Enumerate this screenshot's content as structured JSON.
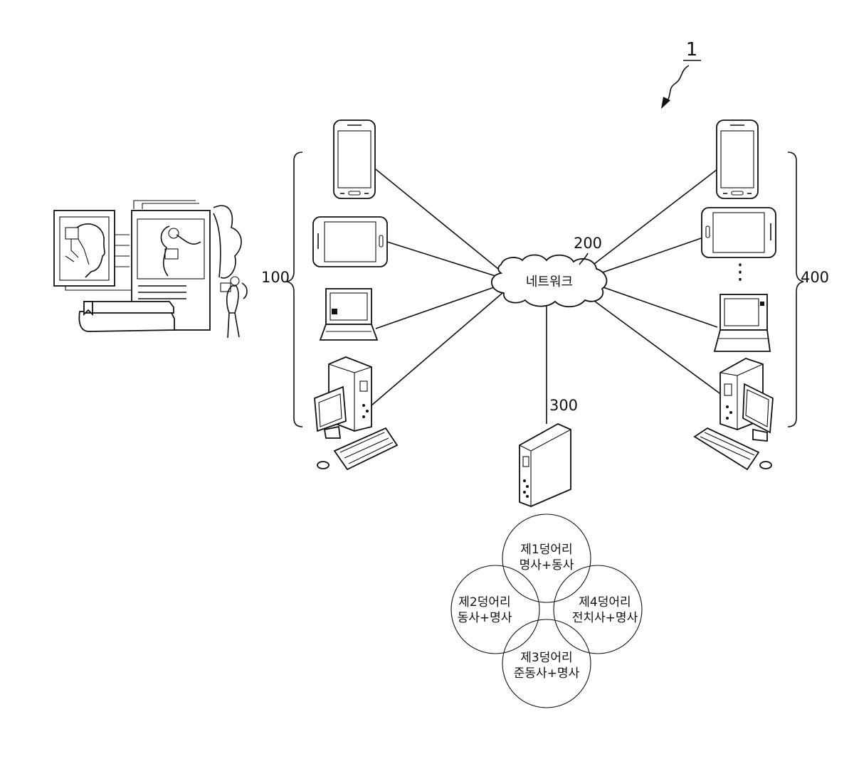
{
  "figure_ref": "1",
  "client_group_label": "100",
  "client_group_label_right": "400",
  "network": {
    "ref": "200",
    "label": "네트워크"
  },
  "server": {
    "ref": "300"
  },
  "chunk_types": [
    {
      "name": "제1덩어리",
      "pattern": "명사+동사"
    },
    {
      "name": "제2덩어리",
      "pattern": "동사+명사"
    },
    {
      "name": "제3덩어리",
      "pattern": "준동사+명사"
    },
    {
      "name": "제4덩어리",
      "pattern": "전치사+명사"
    }
  ],
  "ellipsis": "⋮"
}
